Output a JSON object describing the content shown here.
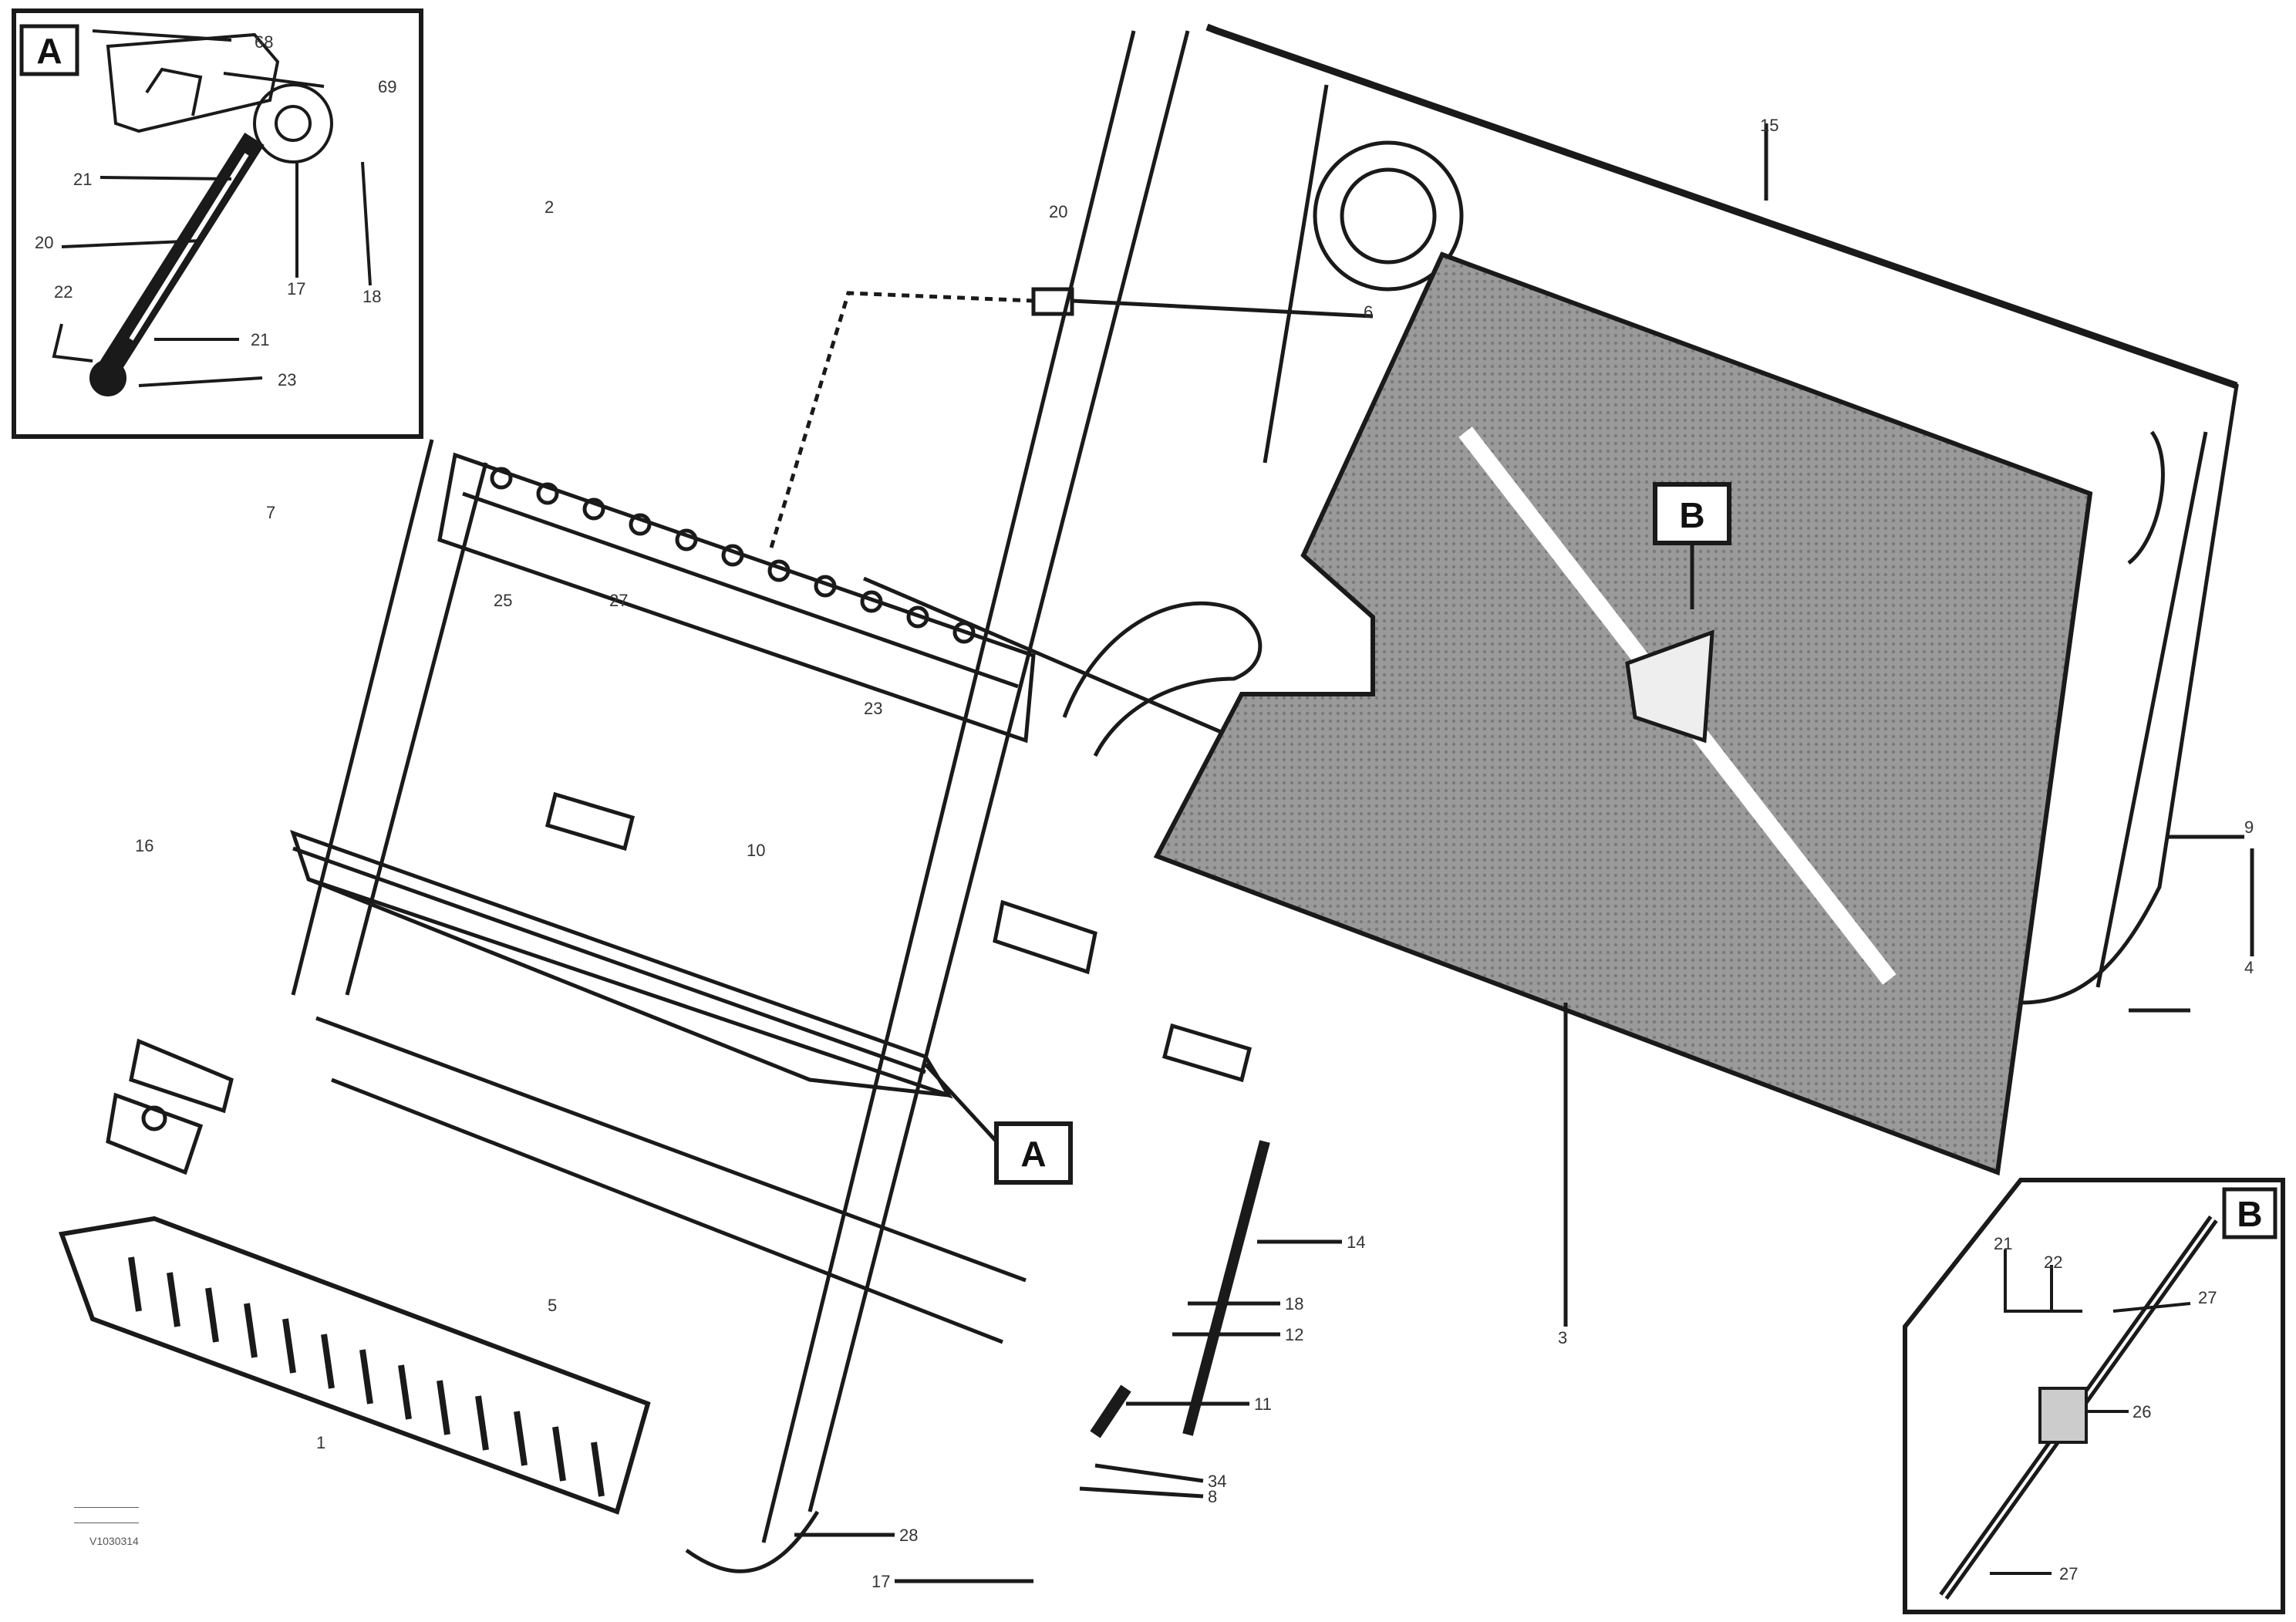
{
  "colors": {
    "line": "#1a1a1a",
    "mesh": "#8c8c8c",
    "paper": "#ffffff"
  },
  "insets": {
    "a": {
      "letter": "A",
      "callouts": [
        "68",
        "69",
        "21",
        "20",
        "22",
        "21",
        "23",
        "17",
        "18"
      ]
    },
    "b": {
      "letter": "B",
      "callouts": [
        "21",
        "22",
        "27",
        "26",
        "27"
      ]
    }
  },
  "markers": {
    "a": "A",
    "b": "B"
  },
  "callouts": {
    "c2": "2",
    "c7": "7",
    "c20": "20",
    "c6": "6",
    "c15": "15",
    "c16": "16",
    "c25": "25",
    "c27": "27",
    "c23": "23",
    "c10": "10",
    "c5": "5",
    "c3": "3",
    "c9": "9",
    "c4": "4",
    "c14": "14",
    "c18": "18",
    "c12": "12",
    "c11": "11",
    "c34": "34",
    "c8": "8",
    "c28": "28",
    "c17": "17",
    "c1": "1"
  },
  "footer": {
    "line1": "——————",
    "line2": "——————",
    "code": "V1030314"
  }
}
